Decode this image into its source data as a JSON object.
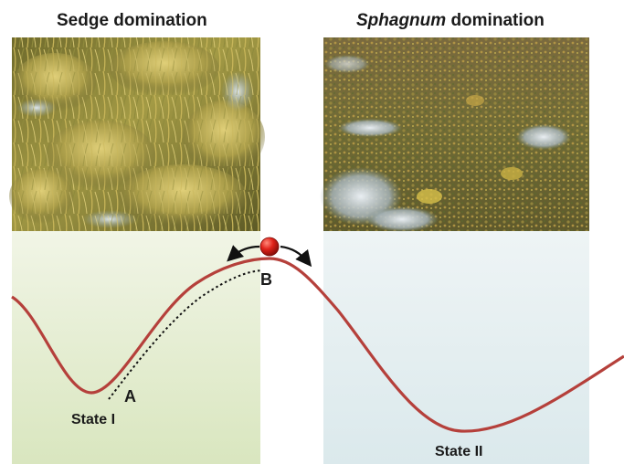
{
  "panels": {
    "left": {
      "title": "Sedge domination",
      "photo": "sedge-tussock-wetland-photo",
      "state_label": "State I"
    },
    "right": {
      "title_italic": "Sphagnum",
      "title_rest": " domination",
      "photo": "sphagnum-moss-bog-photo",
      "state_label": "State II"
    }
  },
  "landscape": {
    "point_a": "A",
    "point_b": "B",
    "ball_color": "#e0221a",
    "curve_color": "#b5403b",
    "left_tint": "#e6eed2",
    "right_tint": "#e3eef0"
  }
}
